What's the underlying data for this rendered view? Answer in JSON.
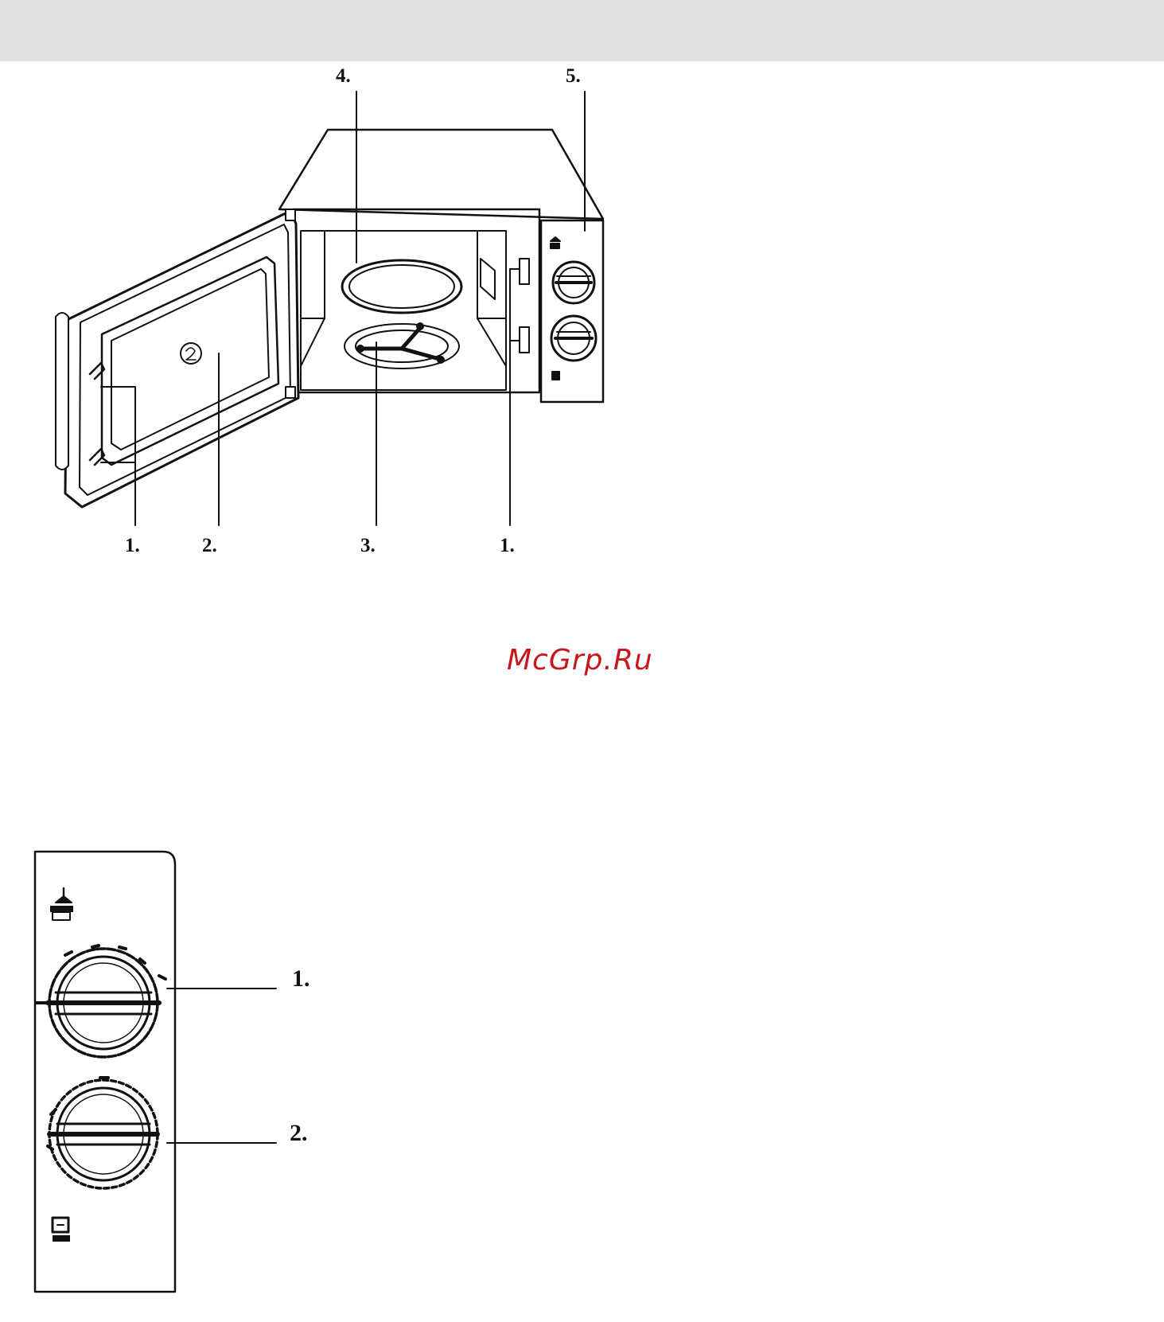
{
  "colors": {
    "header_bar": "#e0e0e0",
    "line": "#111111",
    "watermark": "#c8161d"
  },
  "figure_top": {
    "callouts": {
      "hinge_left": "1.",
      "door_window": "2.",
      "turntable": "3.",
      "hinge_right": "1.",
      "waveguide": "4.",
      "control_panel": "5."
    }
  },
  "watermark": {
    "text": "McGrp.Ru"
  },
  "figure_bottom": {
    "callouts": {
      "power_knob": "1.",
      "timer_knob": "2."
    },
    "icons": [
      "power-level-icon",
      "timer-clock-icon"
    ]
  }
}
